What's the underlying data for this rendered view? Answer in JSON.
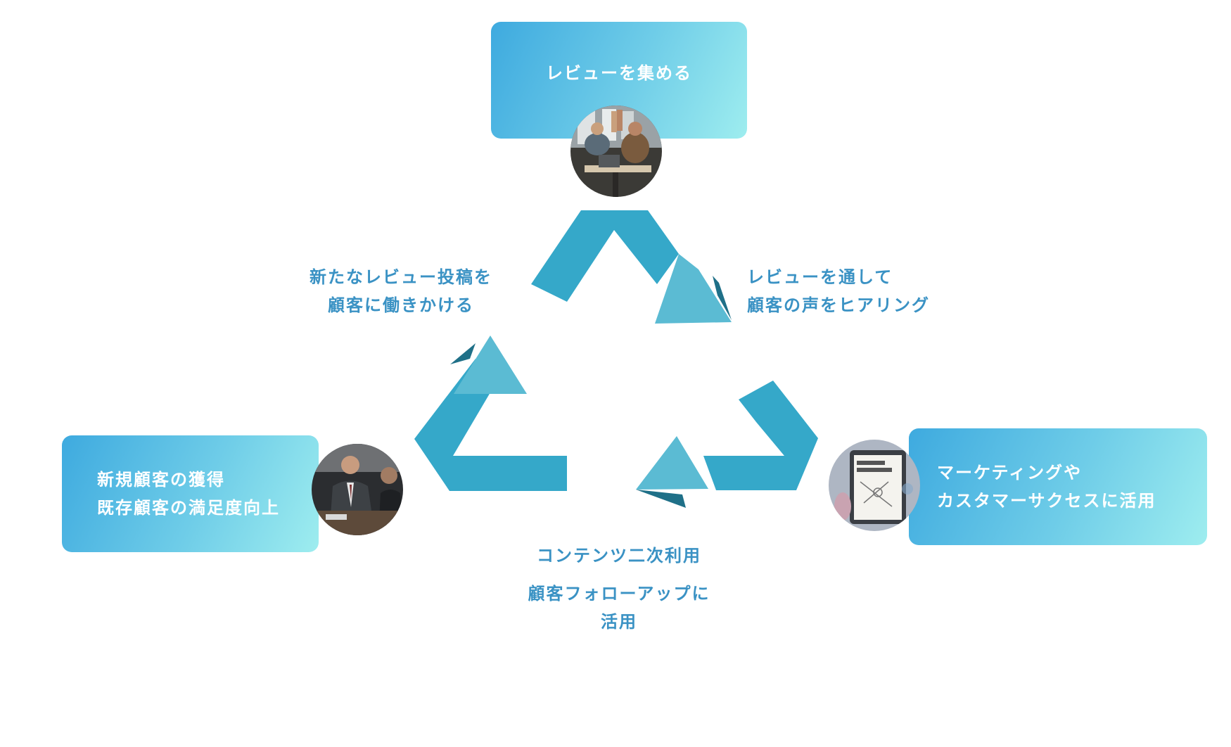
{
  "boxes": {
    "top": {
      "lines": [
        "レビューを集める"
      ]
    },
    "left": {
      "lines": [
        "新規顧客の獲得",
        "既存顧客の満足度向上"
      ]
    },
    "right": {
      "lines": [
        "マーケティングや",
        "カスタマーサクセスに活用"
      ]
    }
  },
  "labels": {
    "upper_left": [
      "新たなレビュー投稿を",
      "顧客に働きかける"
    ],
    "upper_right": [
      "レビューを通して",
      "顧客の声をヒアリング"
    ],
    "bottom_title": "コンテンツ二次利用",
    "bottom_lines": [
      "顧客フォローアップに",
      "活用"
    ]
  },
  "photos": {
    "top": "team-high-five-photo",
    "left": "business-meeting-photo",
    "right": "online-marketing-tablet-photo"
  },
  "colors": {
    "arrow": "#35a8c9",
    "arrow_light": "#5bbbd3",
    "arrow_dark": "#1f7088",
    "label_text": "#3a92c4",
    "box_gradient_start": "#3eaadf",
    "box_gradient_end": "#9eedef"
  }
}
